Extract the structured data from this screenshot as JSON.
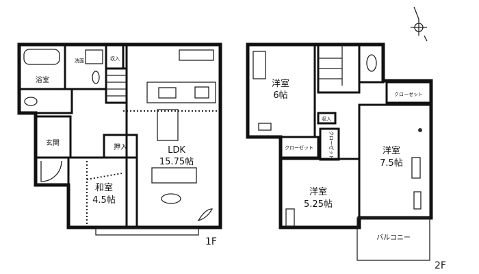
{
  "floor1": {
    "label": "1F",
    "rooms": {
      "bath": "浴室",
      "washroom": "洗面",
      "storage": "収入",
      "entrance": "玄関",
      "closet": "押入",
      "ldk_name": "LDK",
      "ldk_size": "15.75帖",
      "japanese_name": "和室",
      "japanese_size": "4.5帖"
    }
  },
  "floor2": {
    "label": "2F",
    "rooms": {
      "west6_name": "洋室",
      "west6_size": "6帖",
      "west75_name": "洋室",
      "west75_size": "7.5帖",
      "west525_name": "洋室",
      "west525_size": "5.25帖",
      "closet_a": "クローゼット",
      "closet_b": "クローゼット",
      "closet_c": "クローゼット",
      "storage": "収入",
      "balcony": "バルコニー"
    }
  },
  "compass": {
    "icon": "north-arrow-icon"
  }
}
